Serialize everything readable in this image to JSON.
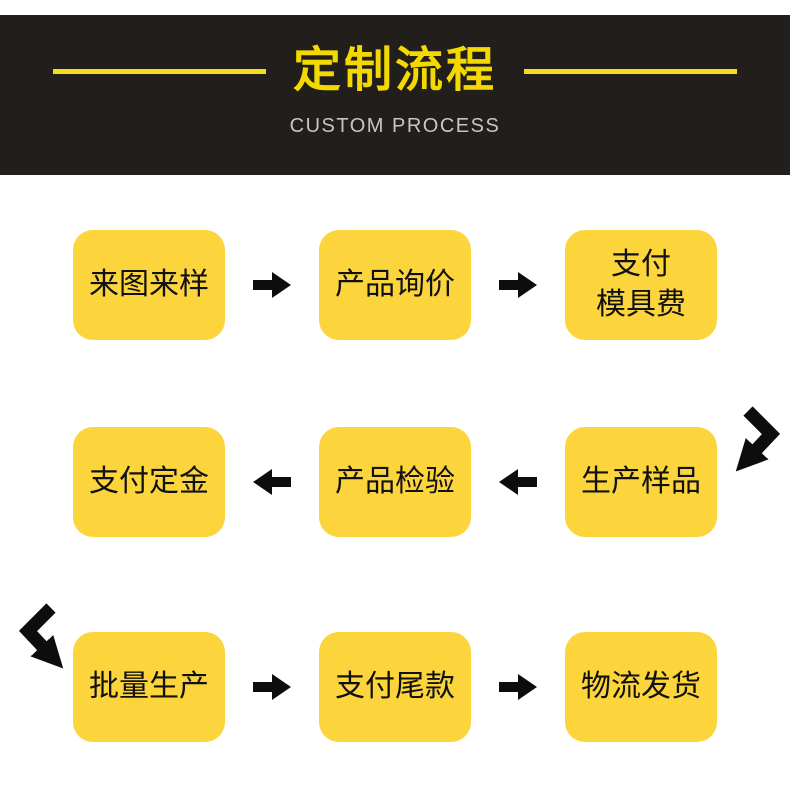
{
  "header": {
    "title": "定制流程",
    "subtitle": "CUSTOM PROCESS"
  },
  "flow": {
    "rows": [
      {
        "direction": "right",
        "cells": [
          {
            "label": "来图来样"
          },
          {
            "label": "产品询价"
          },
          {
            "label_line1": "支付",
            "label_line2": "模具费"
          }
        ]
      },
      {
        "direction": "left",
        "cells": [
          {
            "label": "支付定金"
          },
          {
            "label": "产品检验"
          },
          {
            "label": "生产样品"
          }
        ]
      },
      {
        "direction": "right",
        "cells": [
          {
            "label": "批量生产"
          },
          {
            "label": "支付尾款"
          },
          {
            "label": "物流发货"
          }
        ]
      }
    ],
    "connectors": [
      "arrow-right",
      "arrow-right",
      "bend-down-right-to-left",
      "arrow-left",
      "arrow-left",
      "bend-down-left-to-right",
      "arrow-right",
      "arrow-right"
    ]
  },
  "colors": {
    "header_background": "#211e1b",
    "title_yellow": "#f3d900",
    "line_yellow": "#f5dc1c",
    "box_yellow": "#fcd43c",
    "subtitle_gray": "#c8c5c4",
    "arrow_black": "#0d0d0d",
    "box_text": "#111111"
  }
}
